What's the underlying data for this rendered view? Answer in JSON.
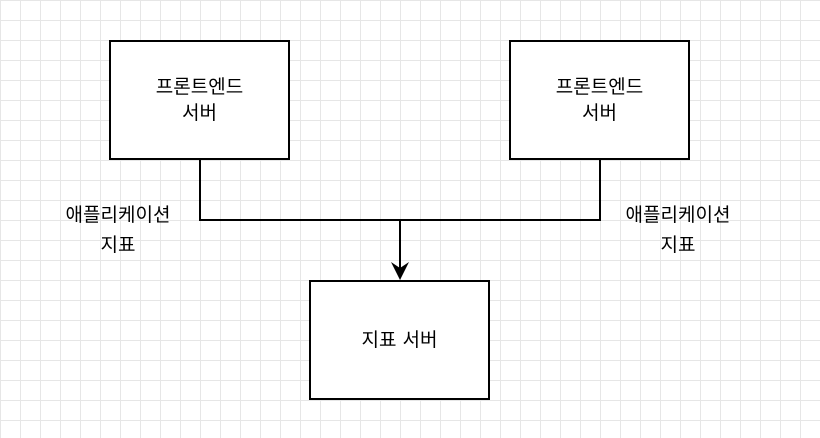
{
  "nodes": {
    "frontend_left": {
      "label": "프론트엔드\n서버"
    },
    "frontend_right": {
      "label": "프론트엔드\n서버"
    },
    "metrics_server": {
      "label": "지표 서버"
    }
  },
  "edges": {
    "left_label": "애플리케이션\n지표",
    "right_label": "애플리케이션\n지표"
  },
  "colors": {
    "stroke": "#000000",
    "grid": "#e6e6e6",
    "background": "#ffffff"
  }
}
